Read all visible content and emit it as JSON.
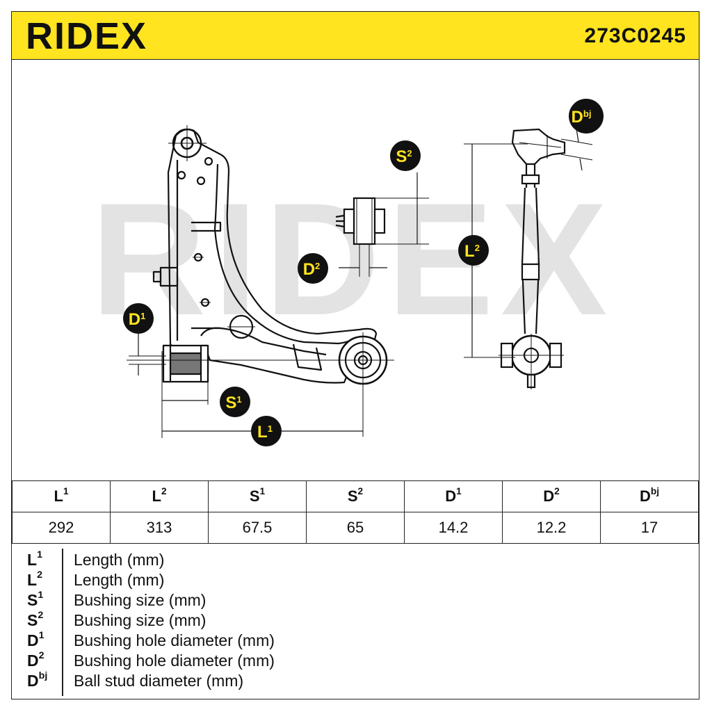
{
  "header": {
    "brand": "RIDEX",
    "part_number": "273C0245"
  },
  "diagram": {
    "watermark": "RIDEX",
    "labels": {
      "L1": {
        "base": "L",
        "sup": "1"
      },
      "L2": {
        "base": "L",
        "sup": "2"
      },
      "S1": {
        "base": "S",
        "sup": "1"
      },
      "S2": {
        "base": "S",
        "sup": "2"
      },
      "D1": {
        "base": "D",
        "sup": "1"
      },
      "D2": {
        "base": "D",
        "sup": "2"
      },
      "Dbj": {
        "base": "D",
        "sup": "bj"
      }
    }
  },
  "specs": {
    "columns": [
      {
        "base": "L",
        "sup": "1",
        "value": "292"
      },
      {
        "base": "L",
        "sup": "2",
        "value": "313"
      },
      {
        "base": "S",
        "sup": "1",
        "value": "67.5"
      },
      {
        "base": "S",
        "sup": "2",
        "value": "65"
      },
      {
        "base": "D",
        "sup": "1",
        "value": "14.2"
      },
      {
        "base": "D",
        "sup": "2",
        "value": "12.2"
      },
      {
        "base": "D",
        "sup": "bj",
        "value": "17"
      }
    ]
  },
  "legend": [
    {
      "base": "L",
      "sup": "1",
      "desc": "Length (mm)"
    },
    {
      "base": "L",
      "sup": "2",
      "desc": "Length (mm)"
    },
    {
      "base": "S",
      "sup": "1",
      "desc": "Bushing size (mm)"
    },
    {
      "base": "S",
      "sup": "2",
      "desc": "Bushing size (mm)"
    },
    {
      "base": "D",
      "sup": "1",
      "desc": "Bushing hole diameter (mm)"
    },
    {
      "base": "D",
      "sup": "2",
      "desc": "Bushing hole diameter (mm)"
    },
    {
      "base": "D",
      "sup": "bj",
      "desc": "Ball stud diameter (mm)"
    }
  ],
  "colors": {
    "brand_yellow": "#ffe41f",
    "watermark_gray": "#e3e3e3",
    "ink": "#111111"
  }
}
